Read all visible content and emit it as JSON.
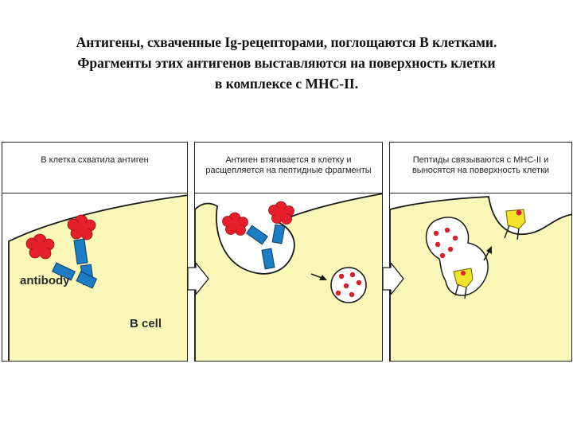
{
  "heading": {
    "line1": "Антигены, схваченные Ig-рецепторами, поглощаются В клетками.",
    "line2": "Фрагменты этих антигенов выставляются на поверхность клетки",
    "line3": "в комплексе с МНС-II."
  },
  "panels": [
    {
      "caption": "В клетка схватила антиген",
      "antibody_label": "antibody",
      "cell_label": "B cell"
    },
    {
      "caption": "Антиген втягивается в клетку и расщепляется на пептидные фрагменты"
    },
    {
      "caption": "Пептиды связываются с MHC-II и выносятся на поверхность клетки"
    }
  ],
  "colors": {
    "cell": "#fbf7b8",
    "cell_outline": "#1a1a1a",
    "antigen": "#e5202b",
    "antibody": "#1c7cc4",
    "mhc": "#f2e22a",
    "peptide": "#d8202a"
  }
}
